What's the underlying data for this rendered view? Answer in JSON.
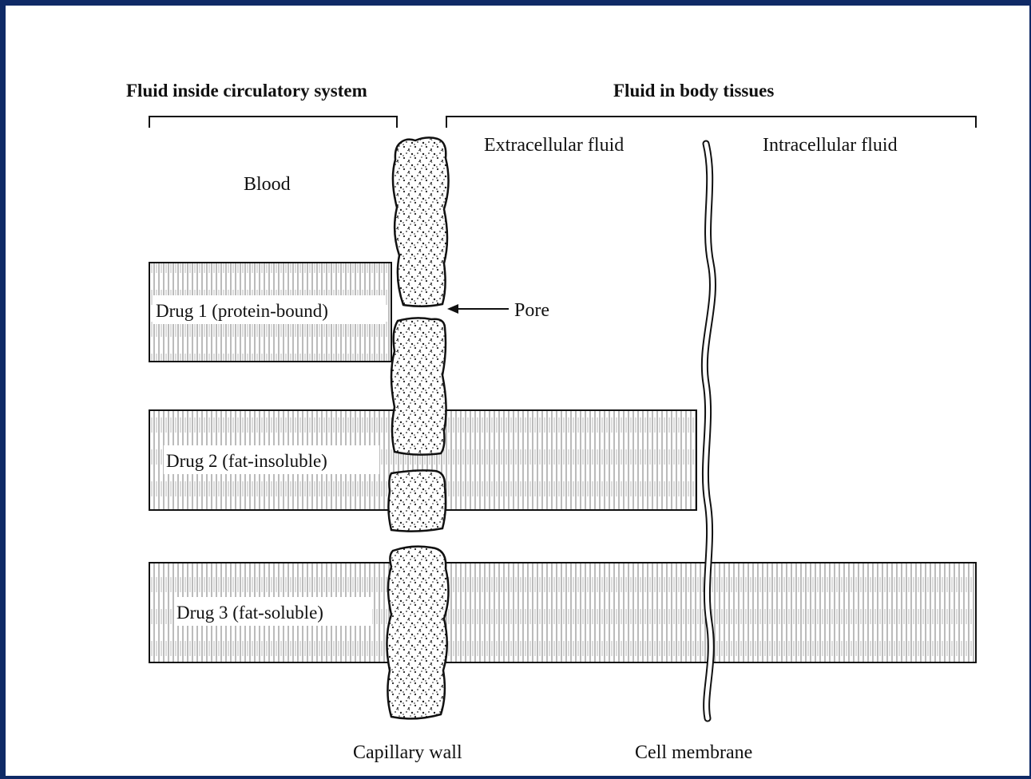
{
  "headers": {
    "circulatory": "Fluid inside circulatory system",
    "tissues": "Fluid in body tissues"
  },
  "regions": {
    "blood": "Blood",
    "extracellular": "Extracellular fluid",
    "intracellular": "Intracellular fluid"
  },
  "drugs": [
    {
      "label": "Drug 1 (protein-bound)"
    },
    {
      "label": "Drug 2 (fat-insoluble)"
    },
    {
      "label": "Drug 3 (fat-soluble)"
    }
  ],
  "callouts": {
    "pore": "Pore",
    "capillary_wall": "Capillary wall",
    "cell_membrane": "Cell membrane"
  },
  "colors": {
    "frame": "#0f2a66",
    "ink": "#111111"
  }
}
